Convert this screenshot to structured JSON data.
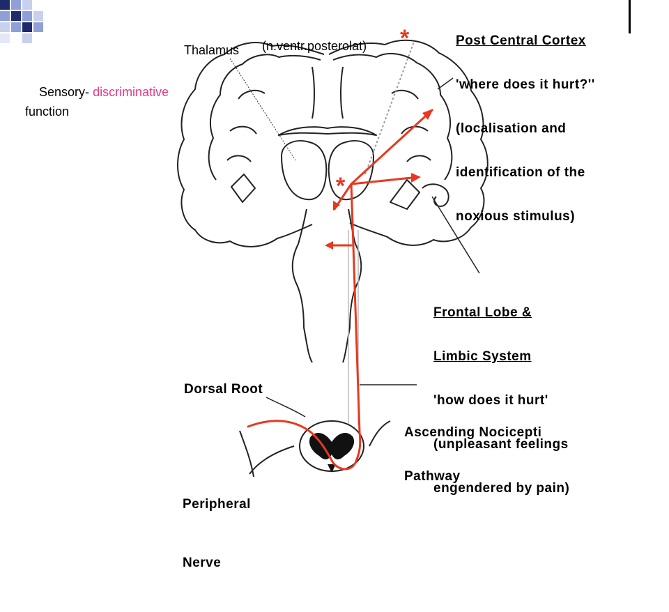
{
  "labels": {
    "thalamus": "Thalamus",
    "nucleus": "(n.ventr.posterolat)",
    "sensory_prefix": "Sensory-",
    "sensory_highlight": "discriminative",
    "sensory_suffix": "function",
    "star": "*"
  },
  "callouts": {
    "post_central": [
      "Post Central Cortex",
      "'where does it hurt?''",
      "(localisation and",
      "identification of the",
      "noxious stimulus)"
    ],
    "frontal": [
      "Frontal Lobe &",
      "Limbic System",
      "'how does it hurt'",
      "(unpleasant feelings",
      "engendered by pain)"
    ],
    "dorsal_root": "Dorsal Root",
    "ascending": [
      "Ascending Nocicepti",
      "Pathway"
    ],
    "peripheral": [
      "Peripheral",
      "Nerve"
    ]
  },
  "colors": {
    "pathway": "#e8381e",
    "highlight": "#e8388a",
    "deco_navy": "#1f2a6b",
    "deco_blue": "#8fa0d8"
  }
}
